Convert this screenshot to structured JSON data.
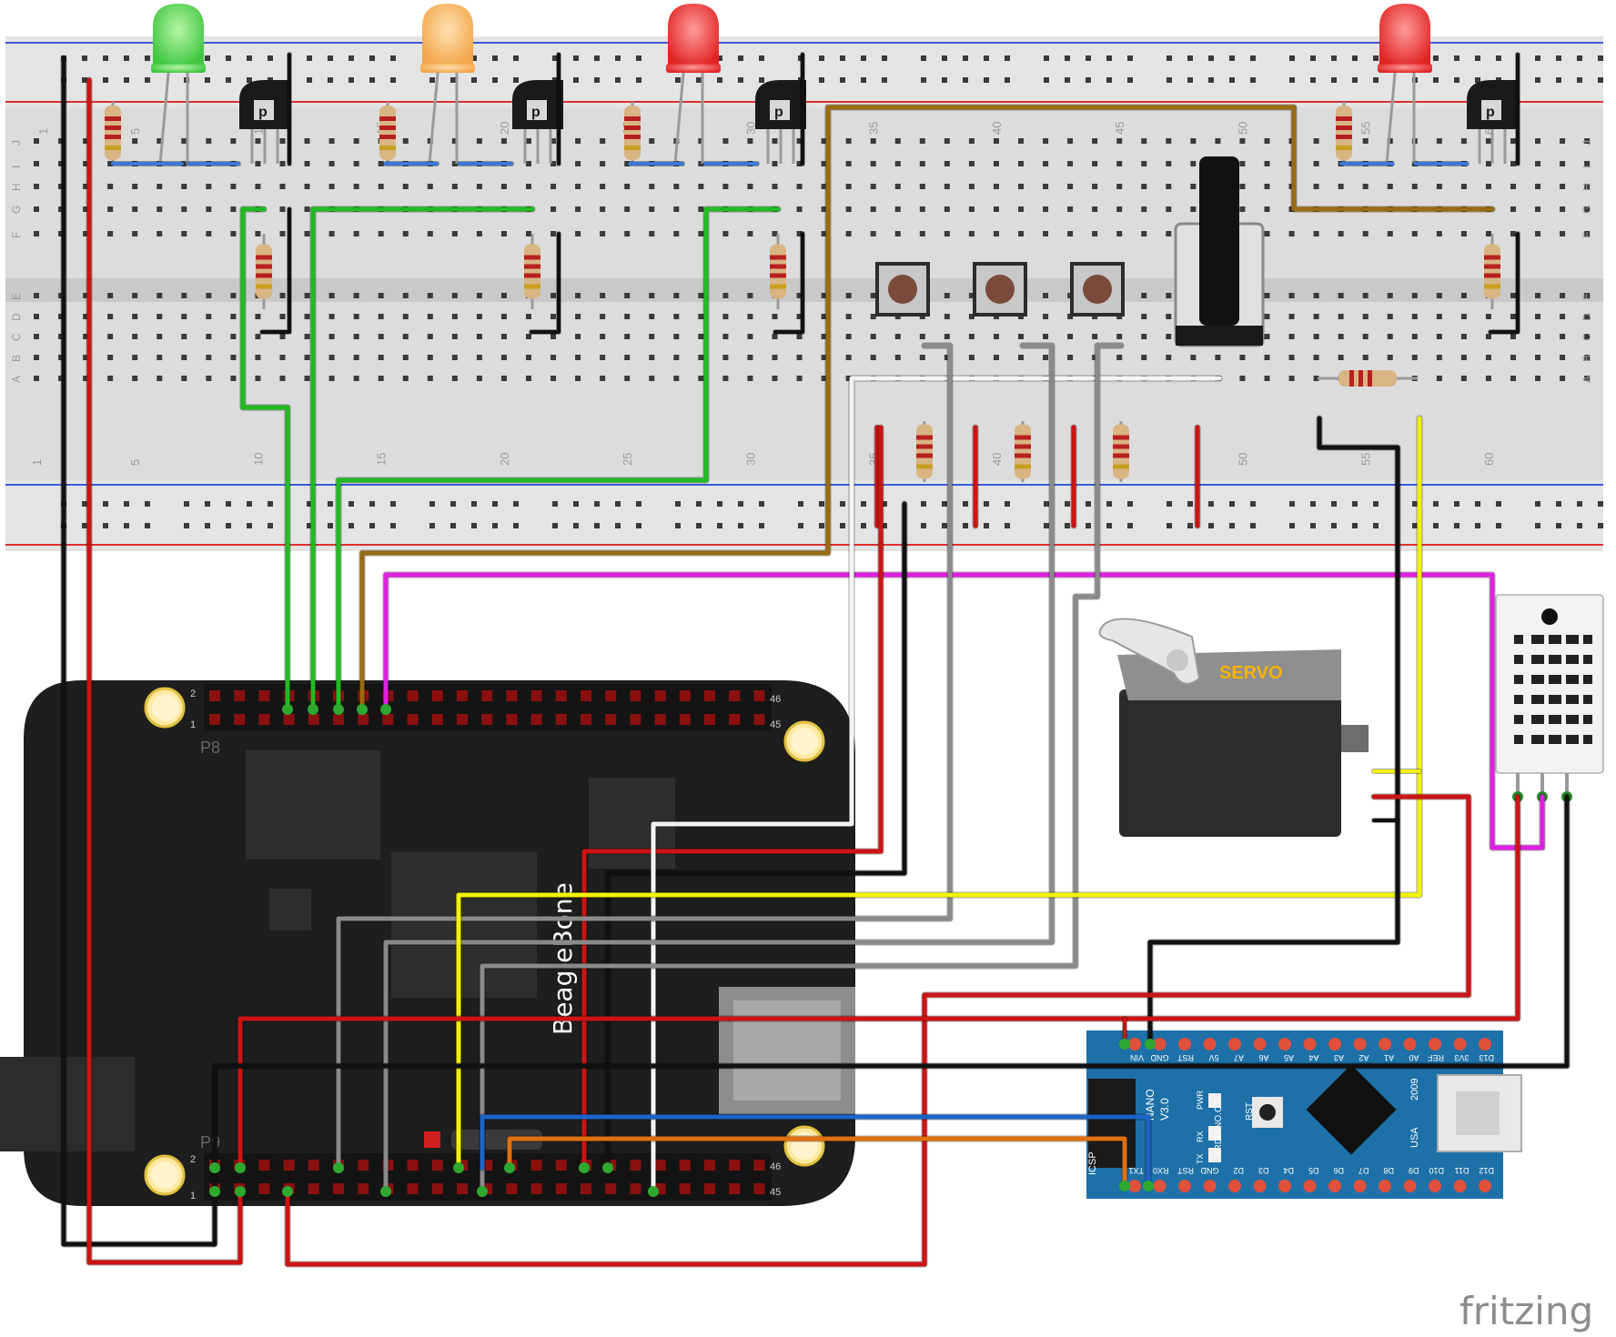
{
  "watermark": "fritzing",
  "breadboard": {
    "column_labels_top": [
      "5",
      "10",
      "15",
      "20",
      "25",
      "30",
      "35",
      "40",
      "45",
      "50",
      "55",
      "60"
    ],
    "column_labels_bottom": [
      "1",
      "5",
      "10",
      "15",
      "20",
      "25",
      "30",
      "35",
      "40",
      "45",
      "50",
      "55",
      "60"
    ],
    "row_labels_top": [
      "J",
      "I",
      "H",
      "G",
      "F"
    ],
    "row_labels_bottom": [
      "E",
      "D",
      "C",
      "B",
      "A"
    ],
    "first_col": "1"
  },
  "beaglebone": {
    "brand": "BeagleBone",
    "header_top": "P8",
    "header_bottom": "P9",
    "pin_numbers": [
      "2",
      "1",
      "46",
      "45",
      "2",
      "1",
      "46",
      "45"
    ]
  },
  "servo": {
    "label": "SERVO"
  },
  "arduino_nano": {
    "top_pins": [
      "D13",
      "3V3",
      "REF",
      "A0",
      "A1",
      "A2",
      "A3",
      "A4",
      "A5",
      "A6",
      "A7",
      "5V",
      "RST",
      "GND",
      "VIN"
    ],
    "bottom_pins": [
      "D12",
      "D11",
      "D10",
      "D9",
      "D8",
      "D7",
      "D6",
      "D5",
      "D4",
      "D3",
      "D2",
      "GND",
      "RST",
      "RX0",
      "TX1"
    ],
    "name": "NANO",
    "version": "V3.0",
    "site": "ARDUINO.CC",
    "year": "2009",
    "country": "USA",
    "led_labels": [
      "PWR",
      "RX",
      "TX"
    ],
    "reset_label": "RST",
    "icsp_label": "ICSP"
  },
  "colors": {
    "wire_red": "#cc1414",
    "wire_black": "#111111",
    "wire_green": "#22bb22",
    "wire_brown": "#9a6b10",
    "wire_magenta": "#e020e0",
    "wire_yellow": "#f2f200",
    "wire_gray": "#8a8a8a",
    "wire_white": "#f4f4f4",
    "wire_blue": "#1c64c8",
    "wire_orange": "#e07010",
    "nano_blue": "#1d71a8",
    "board_black": "#1e1e1e"
  }
}
